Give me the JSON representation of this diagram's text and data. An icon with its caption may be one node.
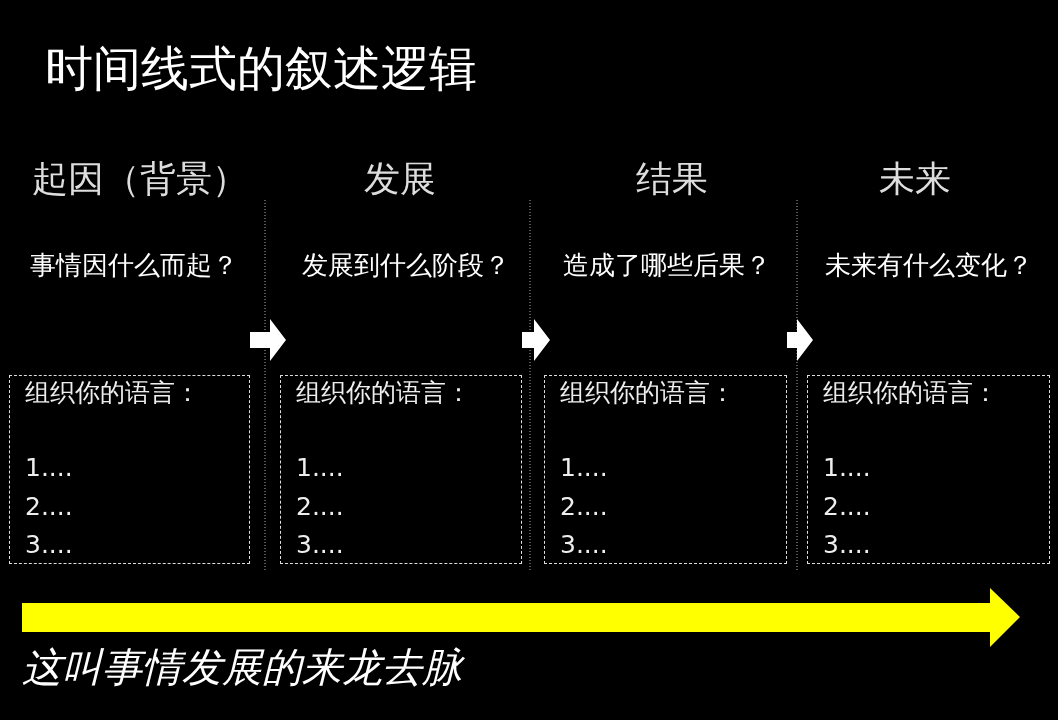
{
  "diagram": {
    "title": "时间线式的叙述逻辑",
    "caption": "这叫事情发展的来龙去脉",
    "nodes": [
      {
        "text": [
          "组织你的语言：",
          "1....",
          "2....",
          "3...."
        ]
      },
      {
        "text": [
          "组织你的语言：",
          "1....",
          "2....",
          "3...."
        ]
      },
      {
        "text": [
          "组织你的语言：",
          "1....",
          "2....",
          "3...."
        ]
      },
      {
        "text": [
          "组织你的语言：",
          "1....",
          "2....",
          "3...."
        ]
      }
    ],
    "edges": [
      {
        "from": 0,
        "to": 1,
        "arrow": "to"
      },
      {
        "from": 1,
        "to": 2,
        "arrow": "to"
      },
      {
        "from": 2,
        "to": 3,
        "arrow": "to"
      }
    ],
    "labels": [
      "起因（背景）",
      "发展",
      "结果",
      "未来",
      "事情因什么而起？",
      "发展到什么阶段？",
      "造成了哪些后果？",
      "未来有什么变化？"
    ]
  }
}
